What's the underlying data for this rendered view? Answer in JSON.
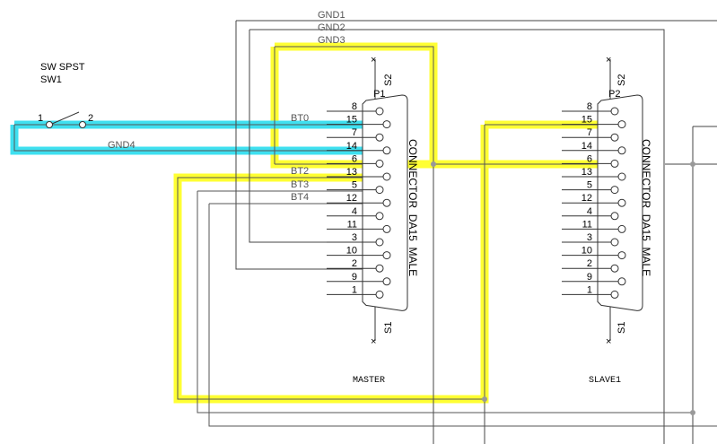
{
  "switch": {
    "type_label": "SW SPST",
    "ref": "SW1",
    "pin1": "1",
    "pin2": "2"
  },
  "nets": {
    "gnd1": "GND1",
    "gnd2": "GND2",
    "gnd3": "GND3",
    "gnd4": "GND4",
    "bt0": "BT0",
    "bt2": "BT2",
    "bt3": "BT3",
    "bt4": "BT4"
  },
  "master": {
    "ref": "P1",
    "part": "CONNECTOR_DA15_MALE",
    "shield1": "S1",
    "shield2": "S2",
    "title": "MASTER",
    "pins": [
      "8",
      "15",
      "7",
      "14",
      "6",
      "13",
      "5",
      "12",
      "4",
      "11",
      "3",
      "10",
      "2",
      "9",
      "1"
    ]
  },
  "slave": {
    "ref": "P2",
    "part": "CONNECTOR_DA15_MALE",
    "shield1": "S1",
    "shield2": "S2",
    "title": "SLAVE1",
    "pins": [
      "8",
      "15",
      "7",
      "14",
      "6",
      "13",
      "5",
      "12",
      "4",
      "11",
      "3",
      "10",
      "2",
      "9",
      "1"
    ]
  },
  "colors": {
    "highlight_yellow": "#ffff33",
    "highlight_cyan": "#3fe0f0",
    "wire": "#555555",
    "frame": "#444444"
  }
}
